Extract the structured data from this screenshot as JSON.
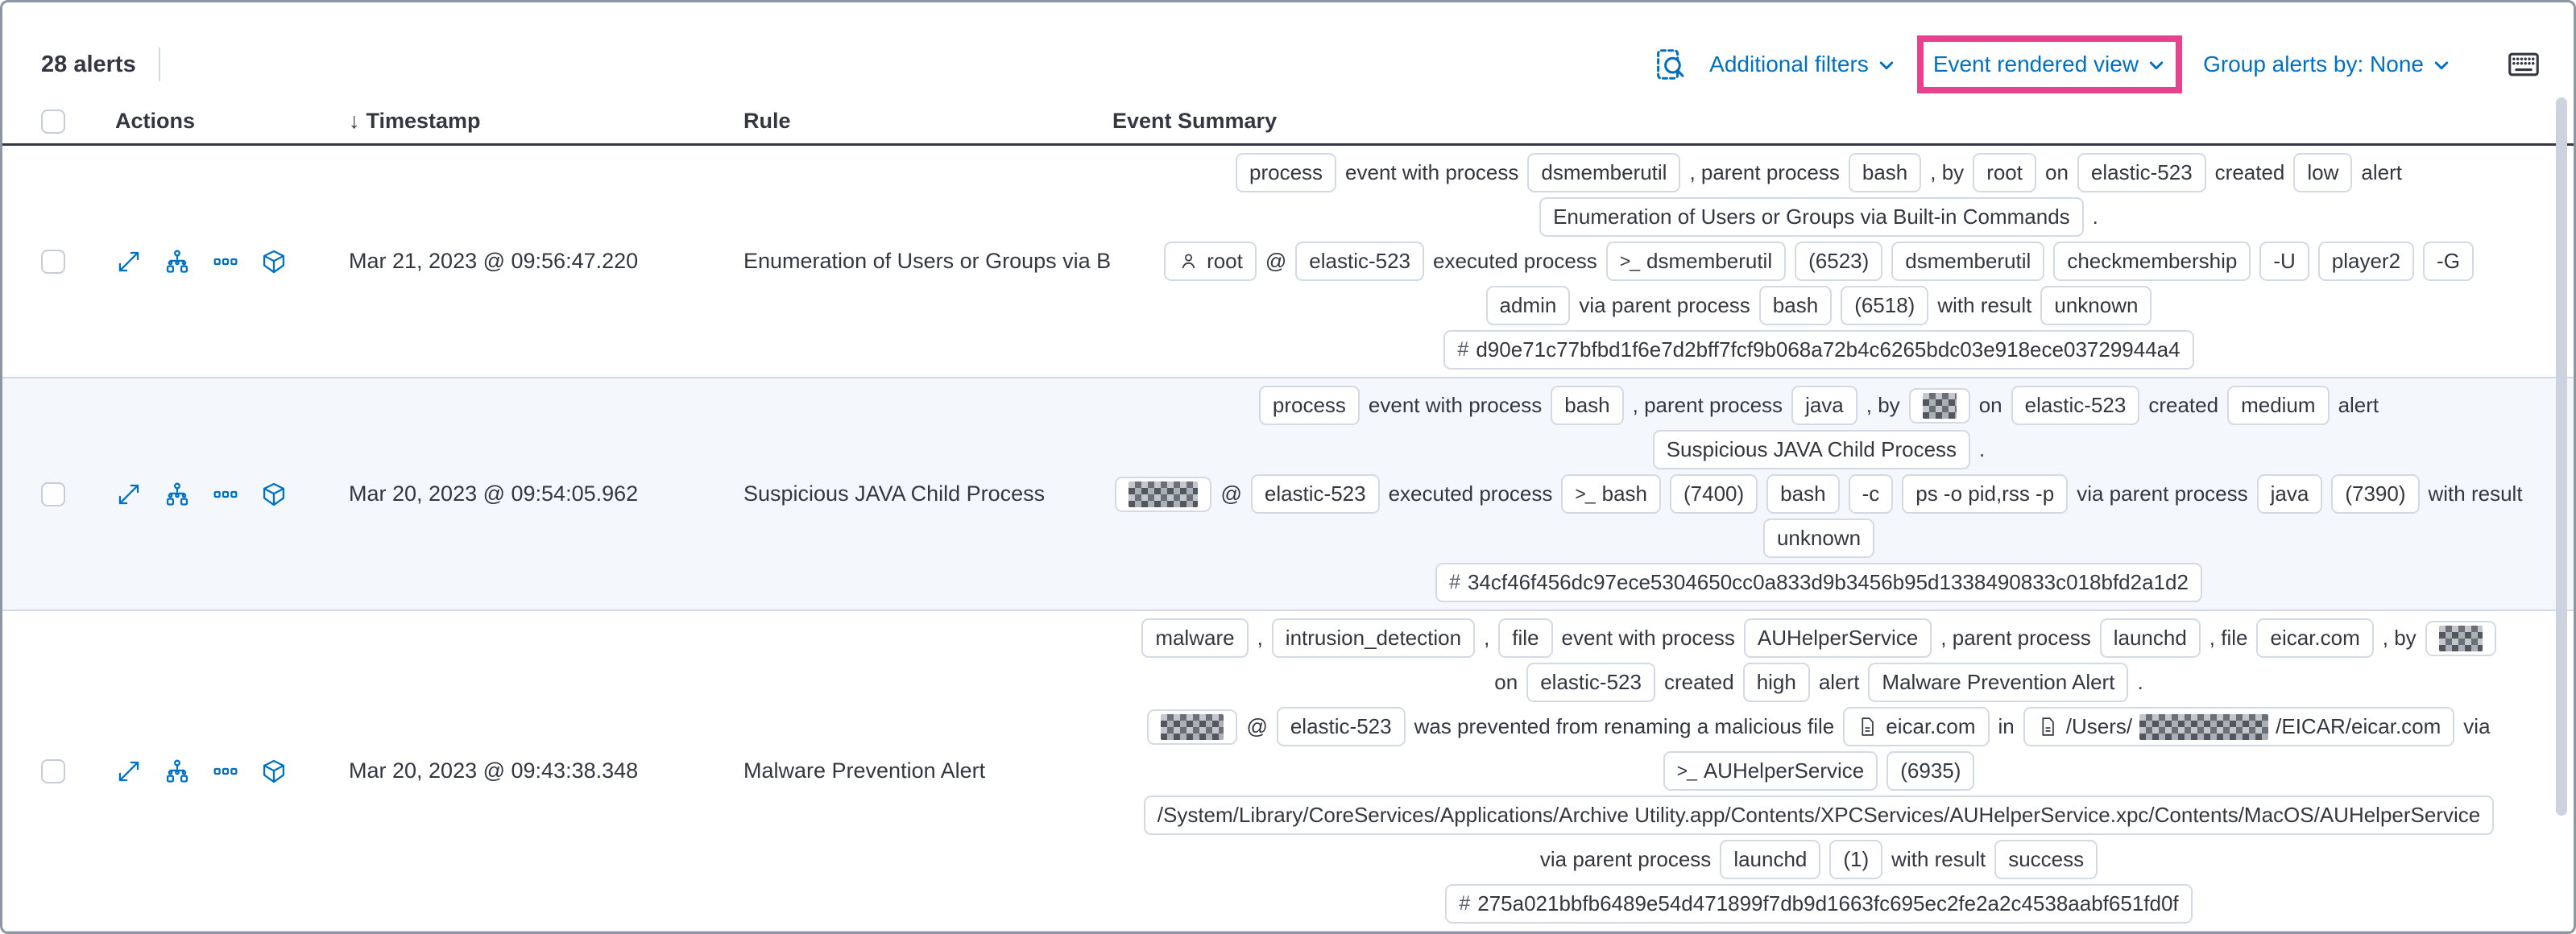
{
  "colors": {
    "link": "#0071c2",
    "accent_highlight": "#e8418e",
    "text": "#343741",
    "badge_border": "#d3dae6",
    "striped_row": "#f4f7fb"
  },
  "toolbar": {
    "alert_count": "28 alerts",
    "additional_filters": "Additional filters",
    "view_selector": "Event rendered view",
    "group_alerts": "Group alerts by: None"
  },
  "table": {
    "sort_icon": "↓",
    "headers": [
      "Actions",
      "Timestamp",
      "Rule",
      "Event Summary"
    ],
    "rows": [
      {
        "timestamp": "Mar 21, 2023 @ 09:56:47.220",
        "rule": "Enumeration of Users or Groups via Bui",
        "striped": false,
        "lines": [
          [
            {
              "t": "b",
              "v": "process"
            },
            {
              "t": "x",
              "v": "event with process"
            },
            {
              "t": "b",
              "v": "dsmemberutil"
            },
            {
              "t": "x",
              "v": ", parent process"
            },
            {
              "t": "b",
              "v": "bash"
            },
            {
              "t": "x",
              "v": ", by"
            },
            {
              "t": "b",
              "v": "root"
            },
            {
              "t": "x",
              "v": "on"
            },
            {
              "t": "b",
              "v": "elastic-523"
            },
            {
              "t": "x",
              "v": "created"
            },
            {
              "t": "b",
              "v": "low"
            },
            {
              "t": "x",
              "v": "alert"
            }
          ],
          [
            {
              "t": "b",
              "v": "Enumeration of Users or Groups via Built-in Commands"
            },
            {
              "t": "x",
              "v": "."
            }
          ],
          [
            {
              "t": "b",
              "v": "root",
              "icon": "user"
            },
            {
              "t": "x",
              "v": "@"
            },
            {
              "t": "b",
              "v": "elastic-523"
            },
            {
              "t": "x",
              "v": "executed process"
            },
            {
              "t": "b",
              "v": "dsmemberutil",
              "icon": "terminal"
            },
            {
              "t": "b",
              "v": "(6523)"
            },
            {
              "t": "b",
              "v": "dsmemberutil"
            },
            {
              "t": "b",
              "v": "checkmembership"
            },
            {
              "t": "b",
              "v": "-U"
            },
            {
              "t": "b",
              "v": "player2"
            },
            {
              "t": "b",
              "v": "-G"
            }
          ],
          [
            {
              "t": "b",
              "v": "admin"
            },
            {
              "t": "x",
              "v": "via parent process"
            },
            {
              "t": "b",
              "v": "bash"
            },
            {
              "t": "b",
              "v": "(6518)"
            },
            {
              "t": "x",
              "v": "with result"
            },
            {
              "t": "b",
              "v": "unknown"
            }
          ],
          [
            {
              "t": "b",
              "v": "d90e71c77bfbd1f6e7d2bff7fcf9b068a72b4c6265bdc03e918ece03729944a4",
              "icon": "hash"
            }
          ]
        ]
      },
      {
        "timestamp": "Mar 20, 2023 @ 09:54:05.962",
        "rule": "Suspicious JAVA Child Process",
        "striped": true,
        "lines": [
          [
            {
              "t": "b",
              "v": "process"
            },
            {
              "t": "x",
              "v": "event with process"
            },
            {
              "t": "b",
              "v": "bash"
            },
            {
              "t": "x",
              "v": ", parent process"
            },
            {
              "t": "b",
              "v": "java"
            },
            {
              "t": "x",
              "v": ", by"
            },
            {
              "t": "r",
              "w": 42
            },
            {
              "t": "x",
              "v": "on"
            },
            {
              "t": "b",
              "v": "elastic-523"
            },
            {
              "t": "x",
              "v": "created"
            },
            {
              "t": "b",
              "v": "medium"
            },
            {
              "t": "x",
              "v": "alert"
            }
          ],
          [
            {
              "t": "b",
              "v": "Suspicious JAVA Child Process"
            },
            {
              "t": "x",
              "v": "."
            }
          ],
          [
            {
              "t": "r",
              "w": 86
            },
            {
              "t": "x",
              "v": "@"
            },
            {
              "t": "b",
              "v": "elastic-523"
            },
            {
              "t": "x",
              "v": "executed process"
            },
            {
              "t": "b",
              "v": "bash",
              "icon": "terminal"
            },
            {
              "t": "b",
              "v": "(7400)"
            },
            {
              "t": "b",
              "v": "bash"
            },
            {
              "t": "b",
              "v": "-c"
            },
            {
              "t": "b",
              "v": "ps -o pid,rss -p"
            },
            {
              "t": "x",
              "v": "via parent process"
            },
            {
              "t": "b",
              "v": "java"
            },
            {
              "t": "b",
              "v": "(7390)"
            },
            {
              "t": "x",
              "v": "with result"
            }
          ],
          [
            {
              "t": "b",
              "v": "unknown"
            }
          ],
          [
            {
              "t": "b",
              "v": "34cf46f456dc97ece5304650cc0a833d9b3456b95d1338490833c018bfd2a1d2",
              "icon": "hash"
            }
          ]
        ]
      },
      {
        "timestamp": "Mar 20, 2023 @ 09:43:38.348",
        "rule": "Malware Prevention Alert",
        "striped": false,
        "lines": [
          [
            {
              "t": "b",
              "v": "malware"
            },
            {
              "t": "x",
              "v": ","
            },
            {
              "t": "b",
              "v": "intrusion_detection"
            },
            {
              "t": "x",
              "v": ","
            },
            {
              "t": "b",
              "v": "file"
            },
            {
              "t": "x",
              "v": "event with process"
            },
            {
              "t": "b",
              "v": "AUHelperService"
            },
            {
              "t": "x",
              "v": ", parent process"
            },
            {
              "t": "b",
              "v": "launchd"
            },
            {
              "t": "x",
              "v": ", file"
            },
            {
              "t": "b",
              "v": "eicar.com"
            },
            {
              "t": "x",
              "v": ", by"
            },
            {
              "t": "r",
              "w": 54
            }
          ],
          [
            {
              "t": "x",
              "v": "on"
            },
            {
              "t": "b",
              "v": "elastic-523"
            },
            {
              "t": "x",
              "v": "created"
            },
            {
              "t": "b",
              "v": "high"
            },
            {
              "t": "x",
              "v": "alert"
            },
            {
              "t": "b",
              "v": "Malware Prevention Alert"
            },
            {
              "t": "x",
              "v": "."
            }
          ],
          [
            {
              "t": "r",
              "w": 78
            },
            {
              "t": "x",
              "v": "@"
            },
            {
              "t": "b",
              "v": "elastic-523"
            },
            {
              "t": "x",
              "v": "was prevented from renaming a malicious file"
            },
            {
              "t": "b",
              "v": "eicar.com",
              "icon": "file"
            },
            {
              "t": "x",
              "v": "in"
            },
            {
              "t": "bp",
              "icon": "file",
              "pre": "/Users/",
              "rw": 160,
              "post": "/EICAR/eicar.com"
            },
            {
              "t": "x",
              "v": "via"
            }
          ],
          [
            {
              "t": "b",
              "v": "AUHelperService",
              "icon": "terminal"
            },
            {
              "t": "b",
              "v": "(6935)"
            }
          ],
          [
            {
              "t": "b",
              "v": "/System/Library/CoreServices/Applications/Archive Utility.app/Contents/XPCServices/AUHelperService.xpc/Contents/MacOS/AUHelperService"
            }
          ],
          [
            {
              "t": "x",
              "v": "via parent process"
            },
            {
              "t": "b",
              "v": "launchd"
            },
            {
              "t": "b",
              "v": "(1)"
            },
            {
              "t": "x",
              "v": "with result"
            },
            {
              "t": "b",
              "v": "success"
            }
          ],
          [
            {
              "t": "b",
              "v": "275a021bbfb6489e54d471899f7db9d1663fc695ec2fe2a2c4538aabf651fd0f",
              "icon": "hash"
            }
          ]
        ]
      }
    ]
  }
}
